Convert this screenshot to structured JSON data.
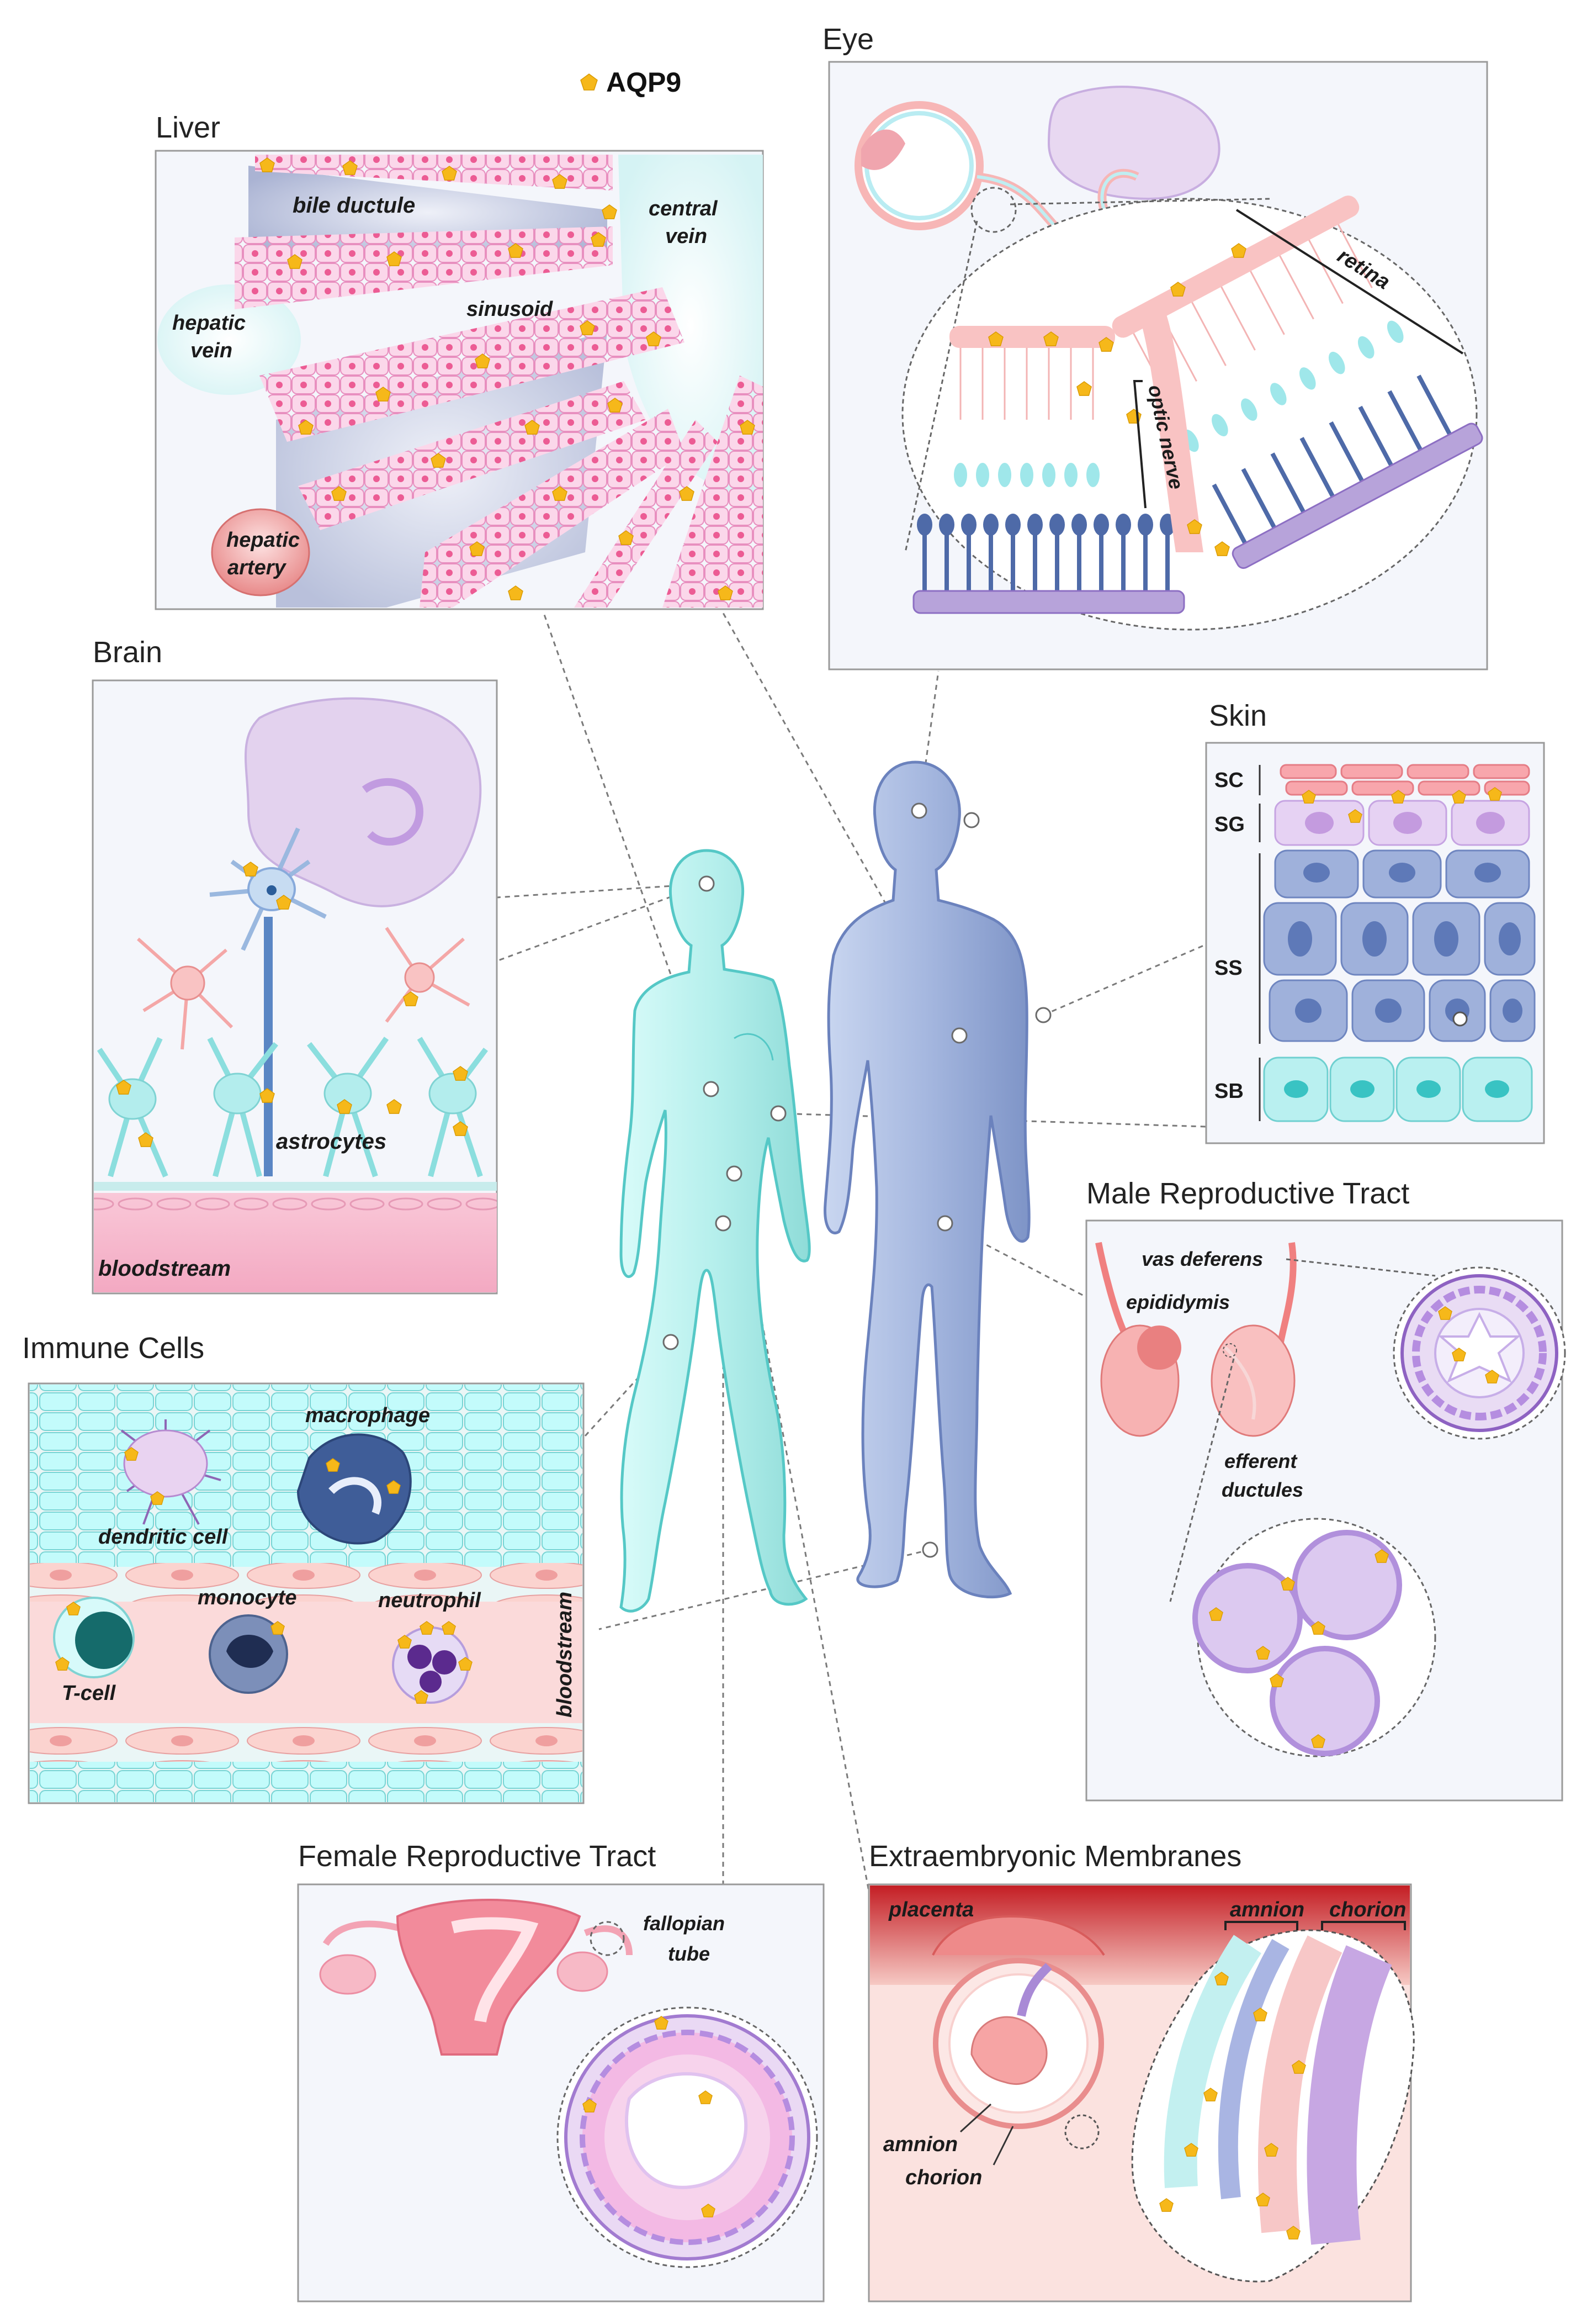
{
  "legend": {
    "marker_icon": "pentagon-icon",
    "label": "AQP9",
    "marker_color": "#f6b81a"
  },
  "panels": {
    "liver": {
      "title": "Liver",
      "labels": {
        "bile_ductule": "bile ductule",
        "central_vein_1": "central",
        "central_vein_2": "vein",
        "sinusoid": "sinusoid",
        "hepatic_vein_1": "hepatic",
        "hepatic_vein_2": "vein",
        "hepatic_artery_1": "hepatic",
        "hepatic_artery_2": "artery"
      }
    },
    "eye": {
      "title": "Eye",
      "labels": {
        "retina": "retina",
        "optic_nerve": "optic nerve"
      }
    },
    "brain": {
      "title": "Brain",
      "labels": {
        "astrocytes": "astrocytes",
        "bloodstream": "bloodstream"
      }
    },
    "skin": {
      "title": "Skin",
      "labels": {
        "sc": "SC",
        "sg": "SG",
        "ss": "SS",
        "sb": "SB"
      }
    },
    "male": {
      "title": "Male Reproductive Tract",
      "labels": {
        "vas_deferens": "vas deferens",
        "epididymis": "epididymis",
        "efferent_1": "efferent",
        "efferent_2": "ductules"
      }
    },
    "immune": {
      "title": "Immune Cells",
      "labels": {
        "macrophage": "macrophage",
        "dendritic": "dendritic cell",
        "monocyte": "monocyte",
        "neutrophil": "neutrophil",
        "tcell": "T-cell",
        "bloodstream": "bloodstream"
      }
    },
    "female": {
      "title": "Female Reproductive Tract",
      "labels": {
        "fallopian_1": "fallopian",
        "fallopian_2": "tube"
      }
    },
    "extra": {
      "title": "Extraembryonic Membranes",
      "labels": {
        "placenta": "placenta",
        "amnion_top": "amnion",
        "chorion_top": "chorion",
        "amnion": "amnion",
        "chorion": "chorion"
      }
    }
  },
  "colors": {
    "marker": "#f6b81a",
    "female_body": "#b9f1ee",
    "male_body": "#a7b9e0",
    "liver_cell": "#f9cde5",
    "bile": "#c9cfe6",
    "brain_tissue": "#e3d2ee",
    "astrocyte": "#a8e6e6",
    "blood": "#f7bcd0",
    "photoreceptor": "#4e6aa8",
    "retina_cell": "#b7a3da"
  }
}
